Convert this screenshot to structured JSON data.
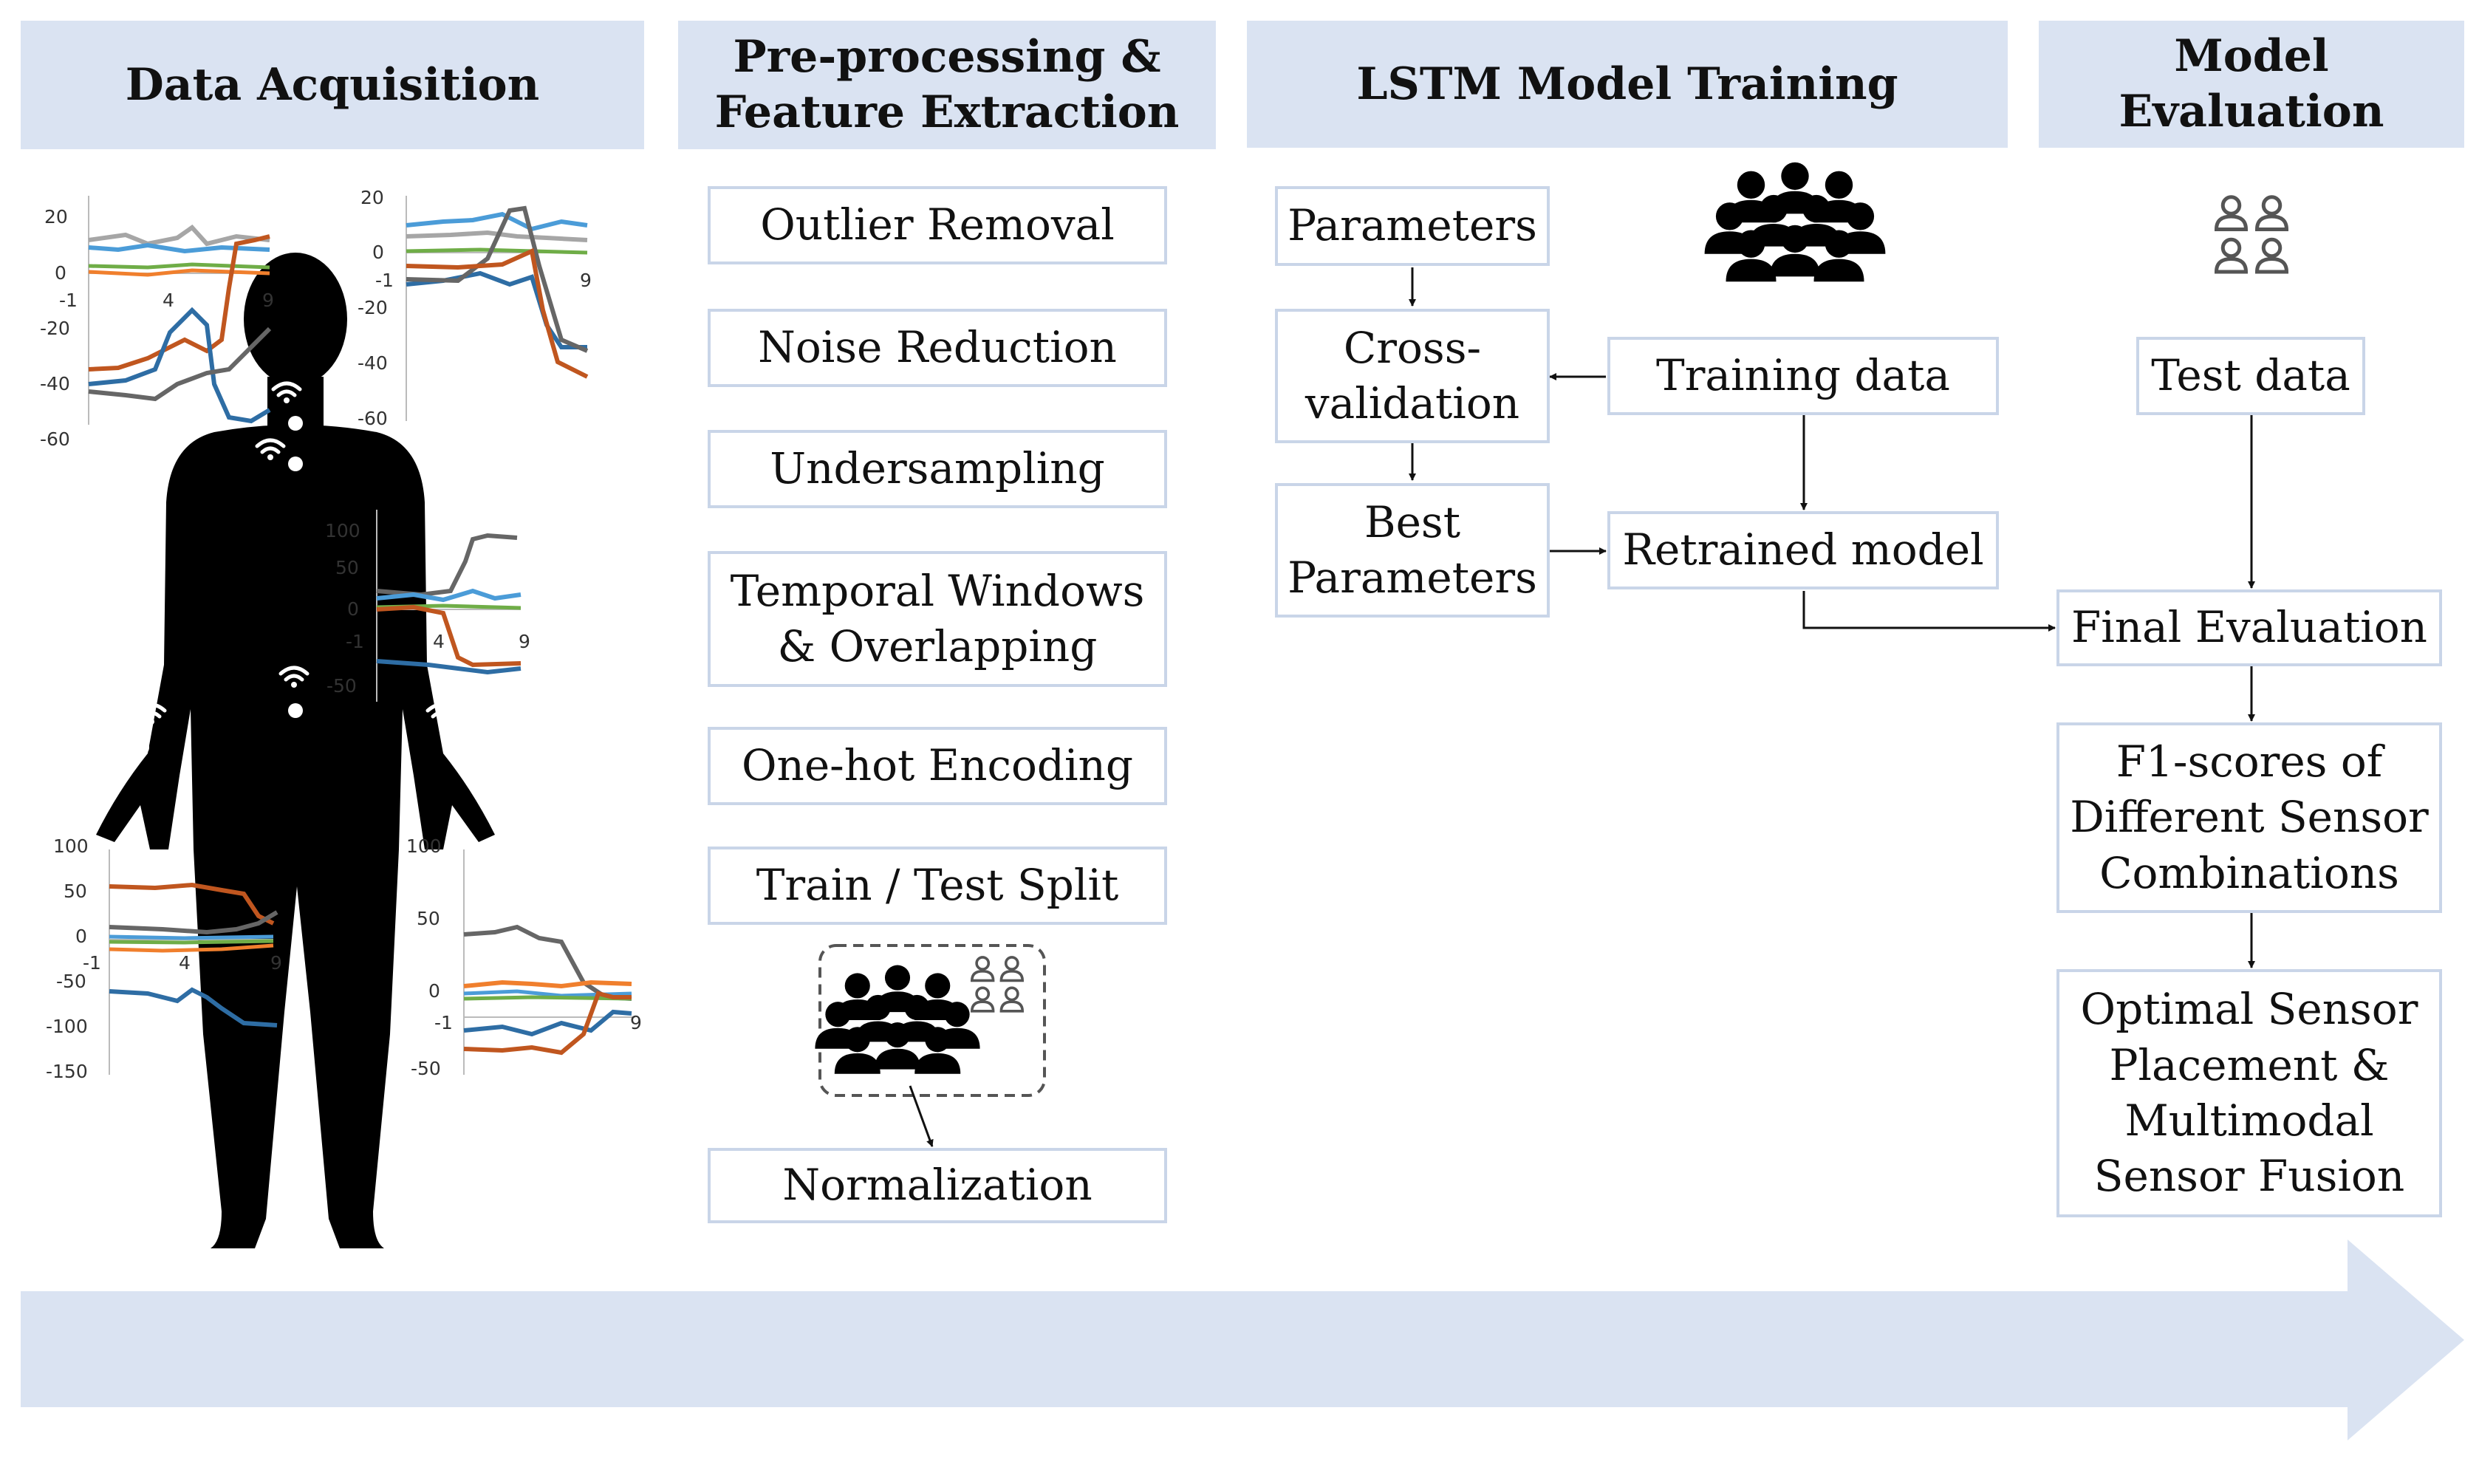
{
  "headers": {
    "acquisition": "Data Acquisition",
    "preprocessing": "Pre-processing &\nFeature Extraction",
    "training": "LSTM Model Training",
    "evaluation": "Model Evaluation"
  },
  "preprocessing_steps": [
    "Outlier Removal",
    "Noise Reduction",
    "Undersampling",
    "Temporal Windows\n& Overlapping",
    "One-hot Encoding",
    "Train / Test Split",
    "Normalization"
  ],
  "training": {
    "parameters": "Parameters",
    "cross_validation": "Cross-\nvalidation",
    "best_parameters": "Best\nParameters",
    "training_data": "Training data",
    "retrained_model": "Retrained model"
  },
  "evaluation": {
    "test_data": "Test data",
    "final_evaluation": "Final Evaluation",
    "f1_scores": "F1-scores of\nDifferent Sensor\nCombinations",
    "optimal": "Optimal Sensor\nPlacement &\nMultimodal\nSensor Fusion"
  },
  "icons": {
    "crowd": "people-crowd-icon",
    "outline_group": "people-outline-icon",
    "sensor": "wireless-sensor-icon",
    "body": "human-body-silhouette"
  },
  "colors": {
    "header_bg": "#dae3f2",
    "box_border": "#c9d5e8",
    "arrow": "#dae3f2",
    "series": [
      "#2e6da4",
      "#f07f2d",
      "#8c8c8c",
      "#4b9cd8",
      "#6fad47",
      "#c0561f",
      "#666666",
      "#a6a6a6"
    ]
  },
  "mini_charts": [
    {
      "y_ticks": [
        "20",
        "0",
        "-20",
        "-40",
        "-60"
      ],
      "x_ticks": [
        "-1",
        "4",
        "9"
      ]
    },
    {
      "y_ticks": [
        "20",
        "0",
        "-20",
        "-40",
        "-60"
      ],
      "x_ticks": [
        "-1",
        "9"
      ]
    },
    {
      "y_ticks": [
        "100",
        "50",
        "0",
        "-50"
      ],
      "x_ticks": [
        "-1",
        "4",
        "9"
      ]
    },
    {
      "y_ticks": [
        "100",
        "50",
        "0",
        "-50",
        "-100",
        "-150"
      ],
      "x_ticks": [
        "-1",
        "4",
        "9"
      ]
    },
    {
      "y_ticks": [
        "100",
        "50",
        "0",
        "-50"
      ],
      "x_ticks": [
        "-1",
        "9"
      ]
    }
  ]
}
